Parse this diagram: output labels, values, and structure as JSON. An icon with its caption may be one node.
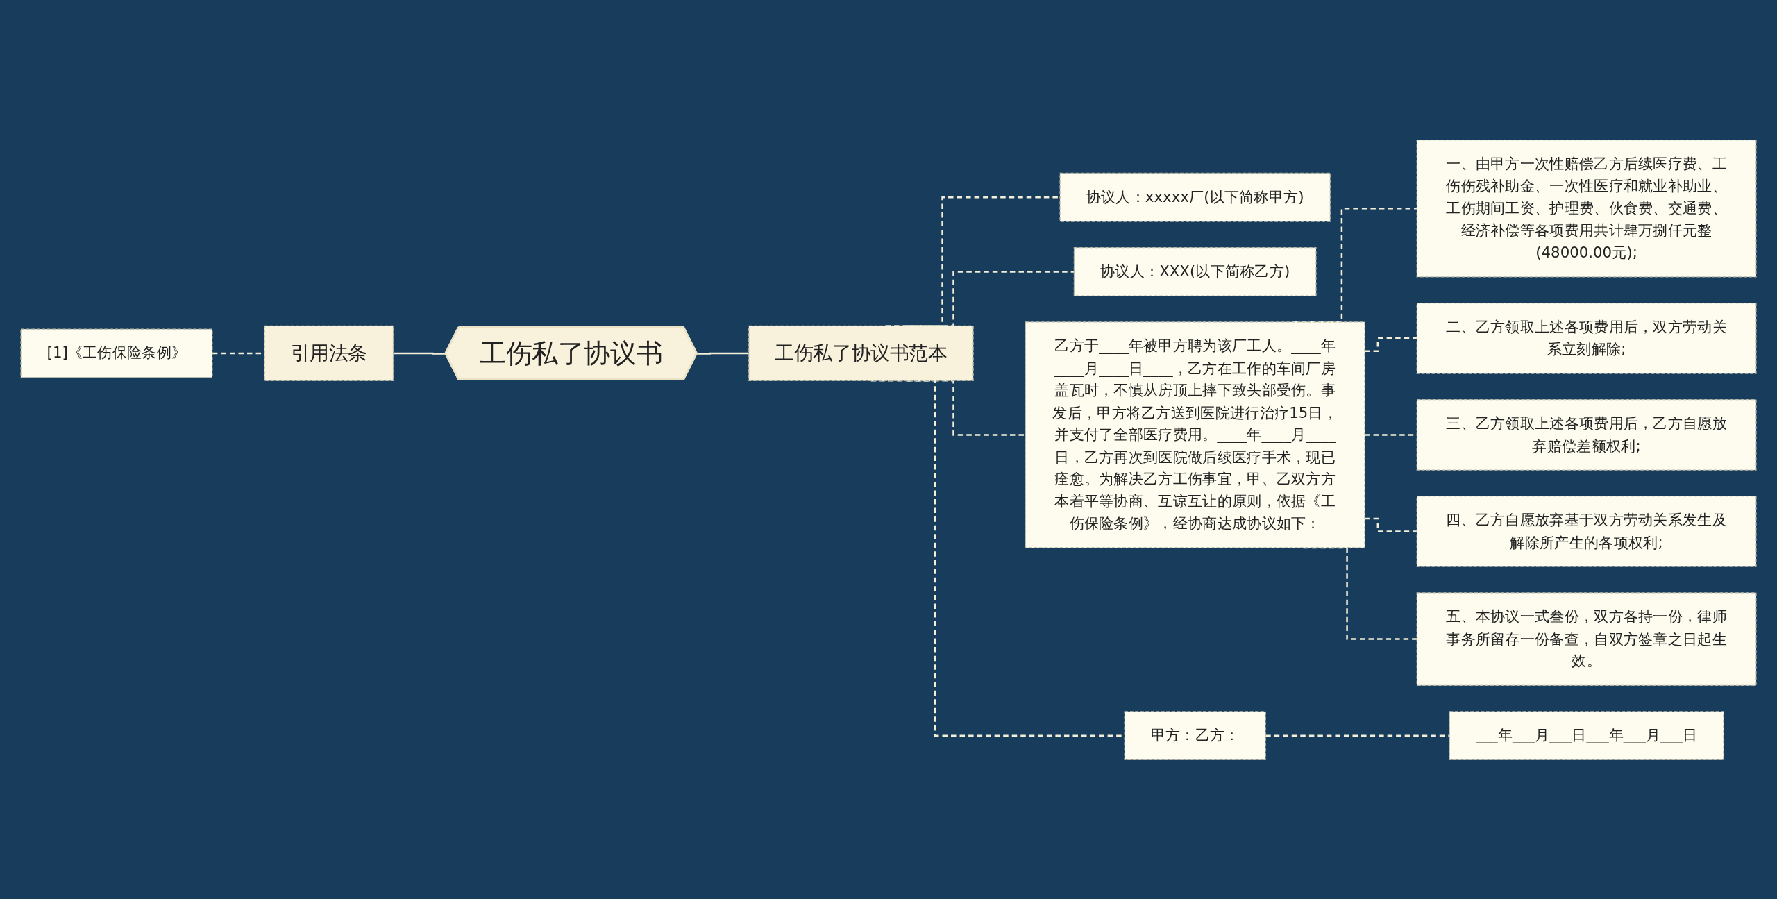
{
  "diagram": {
    "nodes": [
      {
        "text": [
          "[1]《工伤保险条例》"
        ]
      },
      {
        "text": [
          "引用法条"
        ]
      },
      {
        "text": [
          "工伤私了协议书"
        ]
      },
      {
        "text": [
          "工伤私了协议书范本"
        ]
      },
      {
        "text": [
          "协议人：xxxxx厂(以下简称甲方)"
        ]
      },
      {
        "text": [
          "协议人：XXX(以下简称乙方)"
        ]
      },
      {
        "text": [
          "乙方于____年被甲方聘为该厂工人。____年____月____日____，乙方在工作的车间厂房盖瓦时，不慎从房顶上摔下致头部受伤。事发后，甲方将乙方送到医院进行治疗15日，并支付了全部医疗费用。____年____月____日，乙方再次到医院做后续医疗手术，现已痊愈。为解决乙方工伤事宜，甲、乙双方方本着平等协商、互谅互让的原则，依据《工伤保险条例》，经协商达成协议如下："
        ]
      },
      {
        "text": [
          "一、由甲方一次性赔偿乙方后续医疗费、工伤伤残补助金、一次性医疗和就业补助业、工伤期间工资、护理费、伙食费、交通费、经济补偿等各项费用共计肆万捌仟元整(48000.00元);"
        ]
      },
      {
        "text": [
          "二、乙方领取上述各项费用后，双方劳动关系立刻解除;"
        ]
      },
      {
        "text": [
          "三、乙方领取上述各项费用后，乙方自愿放弃赔偿差额权利;"
        ]
      },
      {
        "text": [
          "四、乙方自愿放弃基于双方劳动关系发生及解除所产生的各项权利;"
        ]
      },
      {
        "text": [
          "五、本协议一式叁份，双方各持一份，律师事务所留存一份备查，自双方签章之日起生效。"
        ]
      },
      {
        "text": [
          "甲方：乙方："
        ]
      },
      {
        "text": [
          "___年___月___日___年___月___日"
        ]
      }
    ],
    "edges": [
      {
        "from": 0,
        "to": 1,
        "arrow": "none",
        "style": "dashed"
      },
      {
        "from": 1,
        "to": 2,
        "arrow": "none"
      },
      {
        "from": 2,
        "to": 3,
        "arrow": "none"
      },
      {
        "from": 3,
        "to": 4,
        "arrow": "none",
        "style": "dashed"
      },
      {
        "from": 3,
        "to": 5,
        "arrow": "none",
        "style": "dashed"
      },
      {
        "from": 3,
        "to": 6,
        "arrow": "none",
        "style": "dashed"
      },
      {
        "from": 6,
        "to": 7,
        "arrow": "none",
        "style": "dashed"
      },
      {
        "from": 6,
        "to": 8,
        "arrow": "none",
        "style": "dashed"
      },
      {
        "from": 6,
        "to": 9,
        "arrow": "none",
        "style": "dashed"
      },
      {
        "from": 6,
        "to": 10,
        "arrow": "none",
        "style": "dashed"
      },
      {
        "from": 6,
        "to": 11,
        "arrow": "none",
        "style": "dashed"
      },
      {
        "from": 3,
        "to": 12,
        "arrow": "none",
        "style": "dashed"
      },
      {
        "from": 12,
        "to": 13,
        "arrow": "none",
        "style": "dashed"
      }
    ]
  }
}
